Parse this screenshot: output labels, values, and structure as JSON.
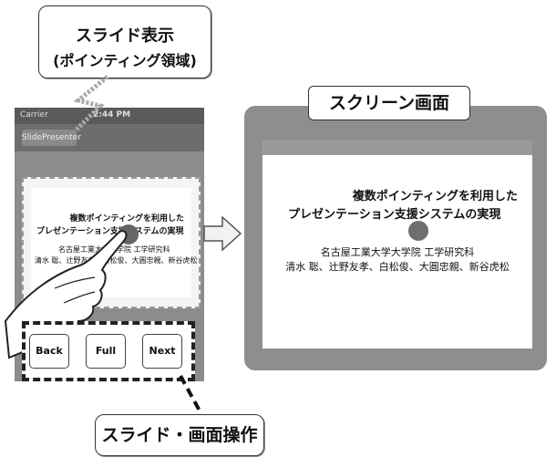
{
  "callout_top": {
    "line1": "スライド表示",
    "line2": "(ポインティング領域)"
  },
  "callout_bottom": {
    "label": "スライド・画面操作"
  },
  "phone": {
    "carrier": "Carrier",
    "time": "2:44 PM",
    "nav_button": "SlidePresenter",
    "slide": {
      "title_line1": "複数ポインティングを利用した",
      "title_line2": "プレゼンテーション支援システムの実現",
      "affiliation": "名古屋工業大学大学院 工学研究科",
      "authors": "清水 聡、辻野友孝、白松俊、大圓忠親、新谷虎松"
    },
    "buttons": {
      "back": "Back",
      "full": "Full",
      "next": "Next"
    }
  },
  "screen": {
    "label": "スクリーン画面",
    "slide": {
      "title_line1": "複数ポインティングを利用した",
      "title_line2": "プレゼンテーション支援システムの実現",
      "affiliation": "名古屋工業大学大学院 工学研究科",
      "authors": "清水 聡、辻野友孝、白松俊、大圓忠親、新谷虎松"
    }
  }
}
